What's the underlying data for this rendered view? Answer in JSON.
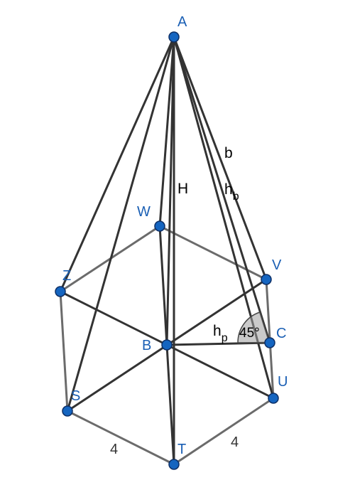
{
  "vertices": {
    "A": "A",
    "W": "W",
    "V": "V",
    "Z": "Z",
    "B": "B",
    "C": "C",
    "S": "S",
    "U": "U",
    "T": "T"
  },
  "measures": {
    "H": "H",
    "b": "b",
    "hb_main": "h",
    "hb_sub": "b",
    "hp_main": "h",
    "hp_sub": "p",
    "angle": "45°",
    "side_ST": "4",
    "side_TU": "4"
  },
  "colors": {
    "vertex": "#1565c0",
    "label": "#1a5fb4",
    "edge_dark": "#333333",
    "edge_gray": "#6b6b6b"
  }
}
